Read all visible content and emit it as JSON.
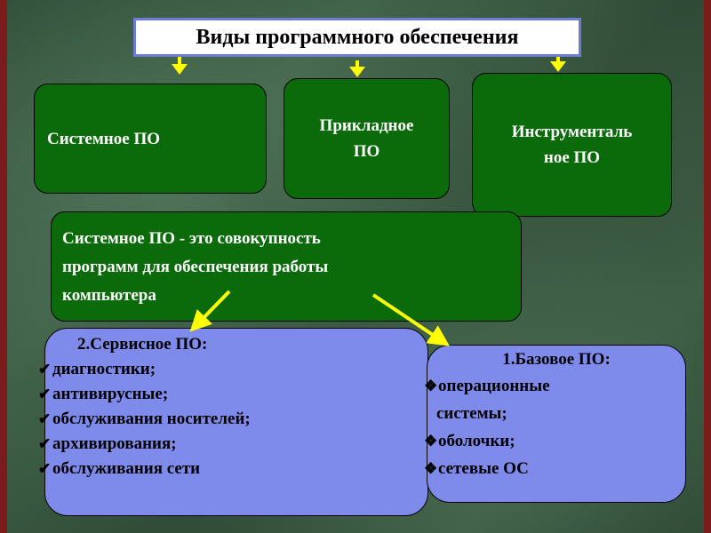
{
  "title": "Виды программного обеспечения",
  "categories": {
    "system": "Системное ПО",
    "applied": [
      "Прикладное",
      "ПО"
    ],
    "tools": [
      "Инструменталь",
      "ное ПО"
    ]
  },
  "definition": [
    "Системное ПО - это совокупность",
    "программ для обеспечения работы",
    "компьютера"
  ],
  "service": {
    "heading": "2.Сервисное ПО:",
    "bullet_icon": "checkmark-icon",
    "items": [
      "диагностики;",
      "антивирусные;",
      "обслуживания носителей;",
      "архивирования;",
      "обслуживания сети"
    ]
  },
  "base": {
    "heading": "1.Базовое ПО:",
    "bullet_icon": "diamond-bullet-icon",
    "items": [
      [
        "операционные",
        "системы;"
      ],
      [
        "оболочки;"
      ],
      [
        "сетевые ОС"
      ]
    ]
  },
  "colors": {
    "green_box": "#0b6b0b",
    "blue_box": "#7f8bea",
    "arrow_yellow": "#ffff00",
    "title_border": "#6b7bd6"
  }
}
